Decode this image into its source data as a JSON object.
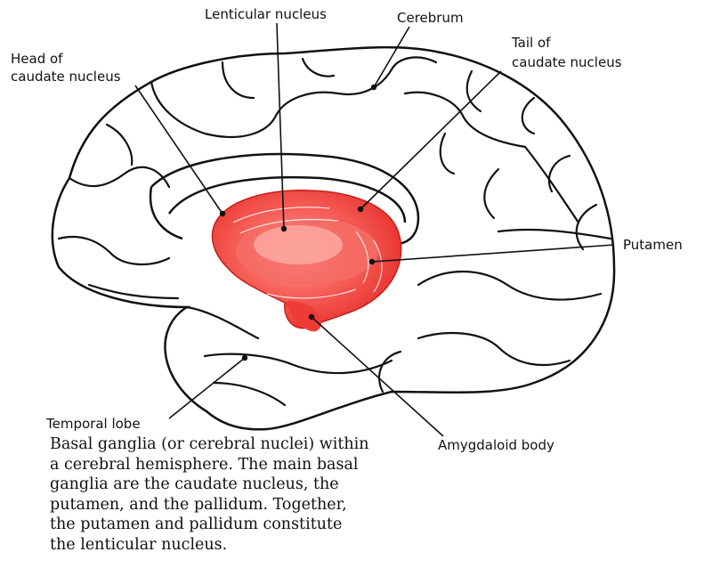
{
  "labels": {
    "lenticular_nucleus": "Lenticular nucleus",
    "cerebrum": "Cerebrum",
    "head_of_caudate_line1": "Head of",
    "head_of_caudate_line2": "caudate nucleus",
    "tail_of_caudate_line1": "Tail of",
    "tail_of_caudate_line2": "caudate nucleus",
    "putamen": "Putamen",
    "temporal_lobe": "Temporal lobe",
    "amygdaloid_body": "Amygdaloid body"
  },
  "caption": {
    "lines": [
      "Basal ganglia (or cerebral nuclei) within",
      "a cerebral hemisphere. The main basal",
      "ganglia are the caudate nucleus, the",
      "putamen, and the pallidum. Together,",
      "the putamen and pallidum constitute",
      "the lenticular nucleus."
    ]
  },
  "colors": {
    "outline": "#111111",
    "basal_ganglia_fill": "#ef3b36",
    "basal_ganglia_highlight": "#ffb3ad",
    "leader_line": "#111111"
  }
}
